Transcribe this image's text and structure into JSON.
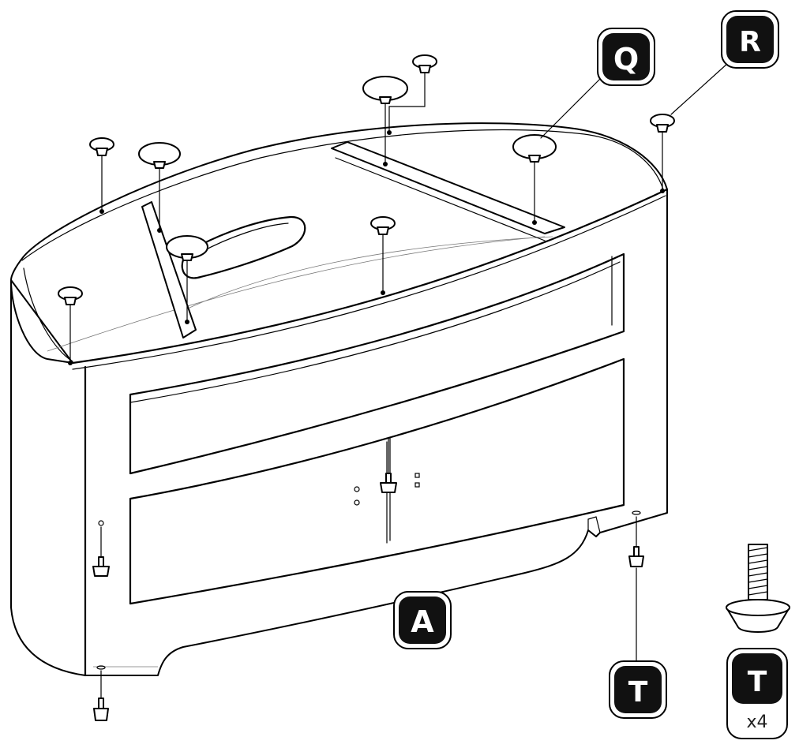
{
  "labels": {
    "part_a": "A",
    "part_q": "Q",
    "part_r": "R",
    "part_t": "T",
    "part_t_box": "T",
    "quantity": "x4"
  },
  "colors": {
    "line": "#000000",
    "badge_fill": "#111111",
    "badge_text": "#ffffff",
    "background": "#ffffff"
  },
  "icons": {
    "foot": "threaded-foot-icon",
    "cup": "fixing-cup-icon"
  }
}
